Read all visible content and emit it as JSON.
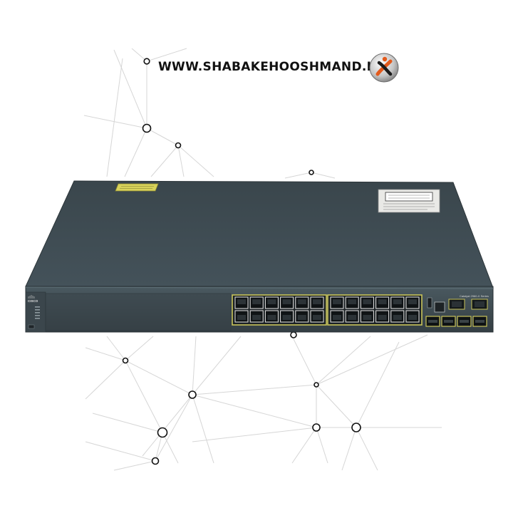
{
  "watermark": {
    "text": "WWW.SHABAKEHOOSHMAND.IR",
    "logo_icon": "shabakehooshmand-logo-icon"
  },
  "device": {
    "brand_label": "CISCO",
    "model_label": "Catalyst 2960-X Series",
    "copper_port_count": 24,
    "sfp_port_count": 4
  },
  "colors": {
    "chassis_top": "#3e4a50",
    "chassis_front": "#3a454b",
    "port_frame": "#c9c45a",
    "network_line": "#d6d6d6",
    "node_stroke": "#111111"
  }
}
